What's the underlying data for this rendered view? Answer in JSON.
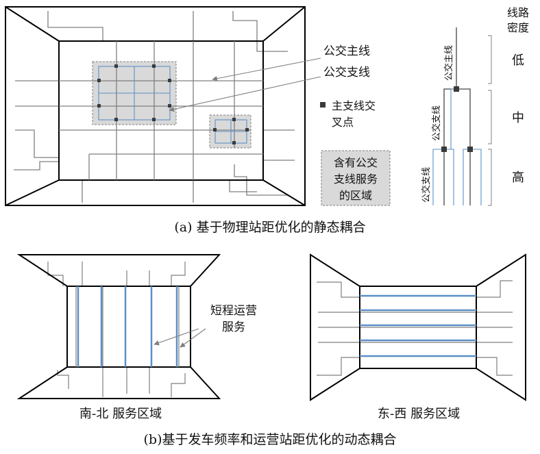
{
  "panel_a": {
    "caption": "(a) 基于物理站距优化的静态耦合",
    "legend": {
      "main_line": "公交主线",
      "branch_line": "公交支线",
      "intersection_line1": "主支线交",
      "intersection_line2": "叉点",
      "zone_line1": "含有公交",
      "zone_line2": "支线服务",
      "zone_line3": "的区域"
    },
    "density": {
      "title_line1": "线路",
      "title_line2": "密度",
      "low": "低",
      "mid": "中",
      "high": "高",
      "label_main": "公交主线",
      "label_branch": "公交支线"
    }
  },
  "panel_b": {
    "caption": "(b)基于发车频率和运营站距优化的动态耦合",
    "short_service_line1": "短程运营",
    "short_service_line2": "服务",
    "ns_label": "南-北 服务区域",
    "ew_label": "东-西 服务区域"
  },
  "colors": {
    "main_line": "#7f7f7f",
    "branch_line": "#5b8fc7",
    "zone_fill": "#d9d9d9",
    "frame": "#000000",
    "node": "#3a3a3a"
  }
}
